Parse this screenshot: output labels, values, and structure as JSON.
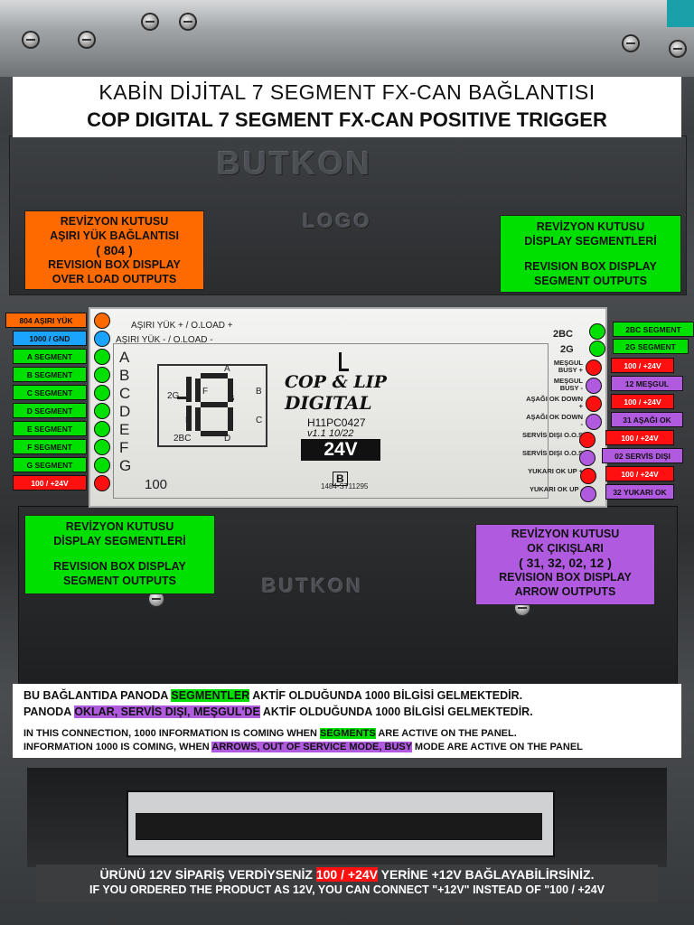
{
  "title": {
    "line1": "KABİN DİJİTAL 7 SEGMENT FX-CAN BAĞLANTISI",
    "line2": "COP DIGITAL 7 SEGMENT FX-CAN POSITIVE TRIGGER"
  },
  "enclosure": {
    "brand_top": "BUTKON",
    "logo_top": "LOGO",
    "brand_bottom": "BUTKON"
  },
  "boxes": {
    "overload": {
      "l1": "REVİZYON KUTUSU",
      "l2": "AŞIRI YÜK BAĞLANTISI",
      "l3": "( 804 )",
      "l4": "REVISION BOX DISPLAY",
      "l5": "OVER LOAD OUTPUTS",
      "color": "#ff6a00"
    },
    "segments_right": {
      "l1": "REVİZYON KUTUSU",
      "l2": "DİSPLAY SEGMENTLERİ",
      "l3": "REVISION BOX DISPLAY",
      "l4": "SEGMENT OUTPUTS",
      "color": "#00e000"
    },
    "segments_left": {
      "l1": "REVİZYON KUTUSU",
      "l2": "DİSPLAY SEGMENTLERİ",
      "l3": "REVISION BOX DISPLAY",
      "l4": "SEGMENT OUTPUTS",
      "color": "#00e000"
    },
    "arrows": {
      "l1": "REVİZYON KUTUSU",
      "l2": "OK ÇIKIŞLARI",
      "l3": "( 31, 32, 02, 12 )",
      "l4": "REVISION BOX DISPLAY",
      "l5": "ARROW OUTPUTS",
      "color": "#b05ae0"
    }
  },
  "board": {
    "header_top": "AŞIRI YÜK + / O.LOAD +",
    "header_2": "AŞIRI YÜK - / O.LOAD -",
    "brand1": "COP & LIP",
    "brand2": "DIGITAL",
    "model": "H11PC0427",
    "version": "v1.1   10/22",
    "voltage": "24V",
    "b_logo": "B",
    "code": "1484-ST11295",
    "bottom_label": "100",
    "seg_labels": {
      "a": "A",
      "b": "B",
      "c": "C",
      "d": "D",
      "e": "E",
      "f": "F",
      "g": "G",
      "two_g": "2G",
      "two_bc": "2BC"
    },
    "pin_letters": [
      "A",
      "B",
      "C",
      "D",
      "E",
      "F",
      "G"
    ],
    "right_pins": [
      "2BC",
      "2G",
      "MEŞGUL BUSY +",
      "MEŞGUL BUSY -",
      "AŞAĞI OK DOWN +",
      "AŞAĞI OK DOWN -",
      "SERVİS DIŞI O.O.S +",
      "SERVİS DIŞI O.O.S -",
      "YUKARI OK UP +",
      "YUKARI OK UP -"
    ]
  },
  "left_labels": [
    {
      "text": "804 AŞIRI YÜK",
      "color": "orange"
    },
    {
      "text": "1000 / GND",
      "color": "blue"
    },
    {
      "text": "A SEGMENT",
      "color": "green"
    },
    {
      "text": "B SEGMENT",
      "color": "green"
    },
    {
      "text": "C SEGMENT",
      "color": "green"
    },
    {
      "text": "D SEGMENT",
      "color": "green"
    },
    {
      "text": "E SEGMENT",
      "color": "green"
    },
    {
      "text": "F SEGMENT",
      "color": "green"
    },
    {
      "text": "G SEGMENT",
      "color": "green"
    },
    {
      "text": "100 / +24V",
      "color": "red"
    }
  ],
  "right_labels": [
    {
      "text": "2BC SEGMENT",
      "color": "green"
    },
    {
      "text": "2G SEGMENT",
      "color": "green"
    },
    {
      "text": "100 / +24V",
      "color": "red"
    },
    {
      "text": "12 MEŞGUL",
      "color": "purple"
    },
    {
      "text": "100 / +24V",
      "color": "red"
    },
    {
      "text": "31 AŞAĞI OK",
      "color": "purple"
    },
    {
      "text": "100 / +24V",
      "color": "red"
    },
    {
      "text": "02 SERVİS DIŞI",
      "color": "purple"
    },
    {
      "text": "100 / +24V",
      "color": "red"
    },
    {
      "text": "32 YUKARI OK",
      "color": "purple"
    }
  ],
  "notes": {
    "tr1_a": "BU BAĞLANTIDA PANODA ",
    "tr1_hl": "SEGMENTLER",
    "tr1_b": " AKTİF OLDUĞUNDA 1000 BİLGİSİ GELMEKTEDİR.",
    "tr2_a": "PANODA ",
    "tr2_hl": "OKLAR, SERVİS DIŞI, MEŞGUL'DE",
    "tr2_b": " AKTİF OLDUĞUNDA 1000 BİLGİSİ GELMEKTEDİR.",
    "en1_a": "IN THIS CONNECTION, 1000 INFORMATION IS COMING WHEN ",
    "en1_hl": "SEGMENTS",
    "en1_b": " ARE ACTIVE ON THE PANEL.",
    "en2_a": "INFORMATION 1000 IS COMING, WHEN ",
    "en2_hl": "ARROWS, OUT OF SERVICE MODE, BUSY",
    "en2_b": " MODE ARE ACTIVE ON THE PANEL"
  },
  "footer": {
    "l1_a": "ÜRÜNÜ 12V SİPARİŞ VERDİYSENİZ ",
    "l1_hl": "100 / +24V",
    "l1_b": " YERİNE +12V BAĞLAYABİLİRSİNİZ.",
    "l2": "IF YOU ORDERED THE PRODUCT AS 12V, YOU CAN CONNECT \"+12V\" INSTEAD OF \"100 / +24V"
  },
  "colors": {
    "orange": "#ff6a00",
    "green": "#00e000",
    "purple": "#b05ae0",
    "red": "#ff1010",
    "blue": "#1aa3ff"
  }
}
